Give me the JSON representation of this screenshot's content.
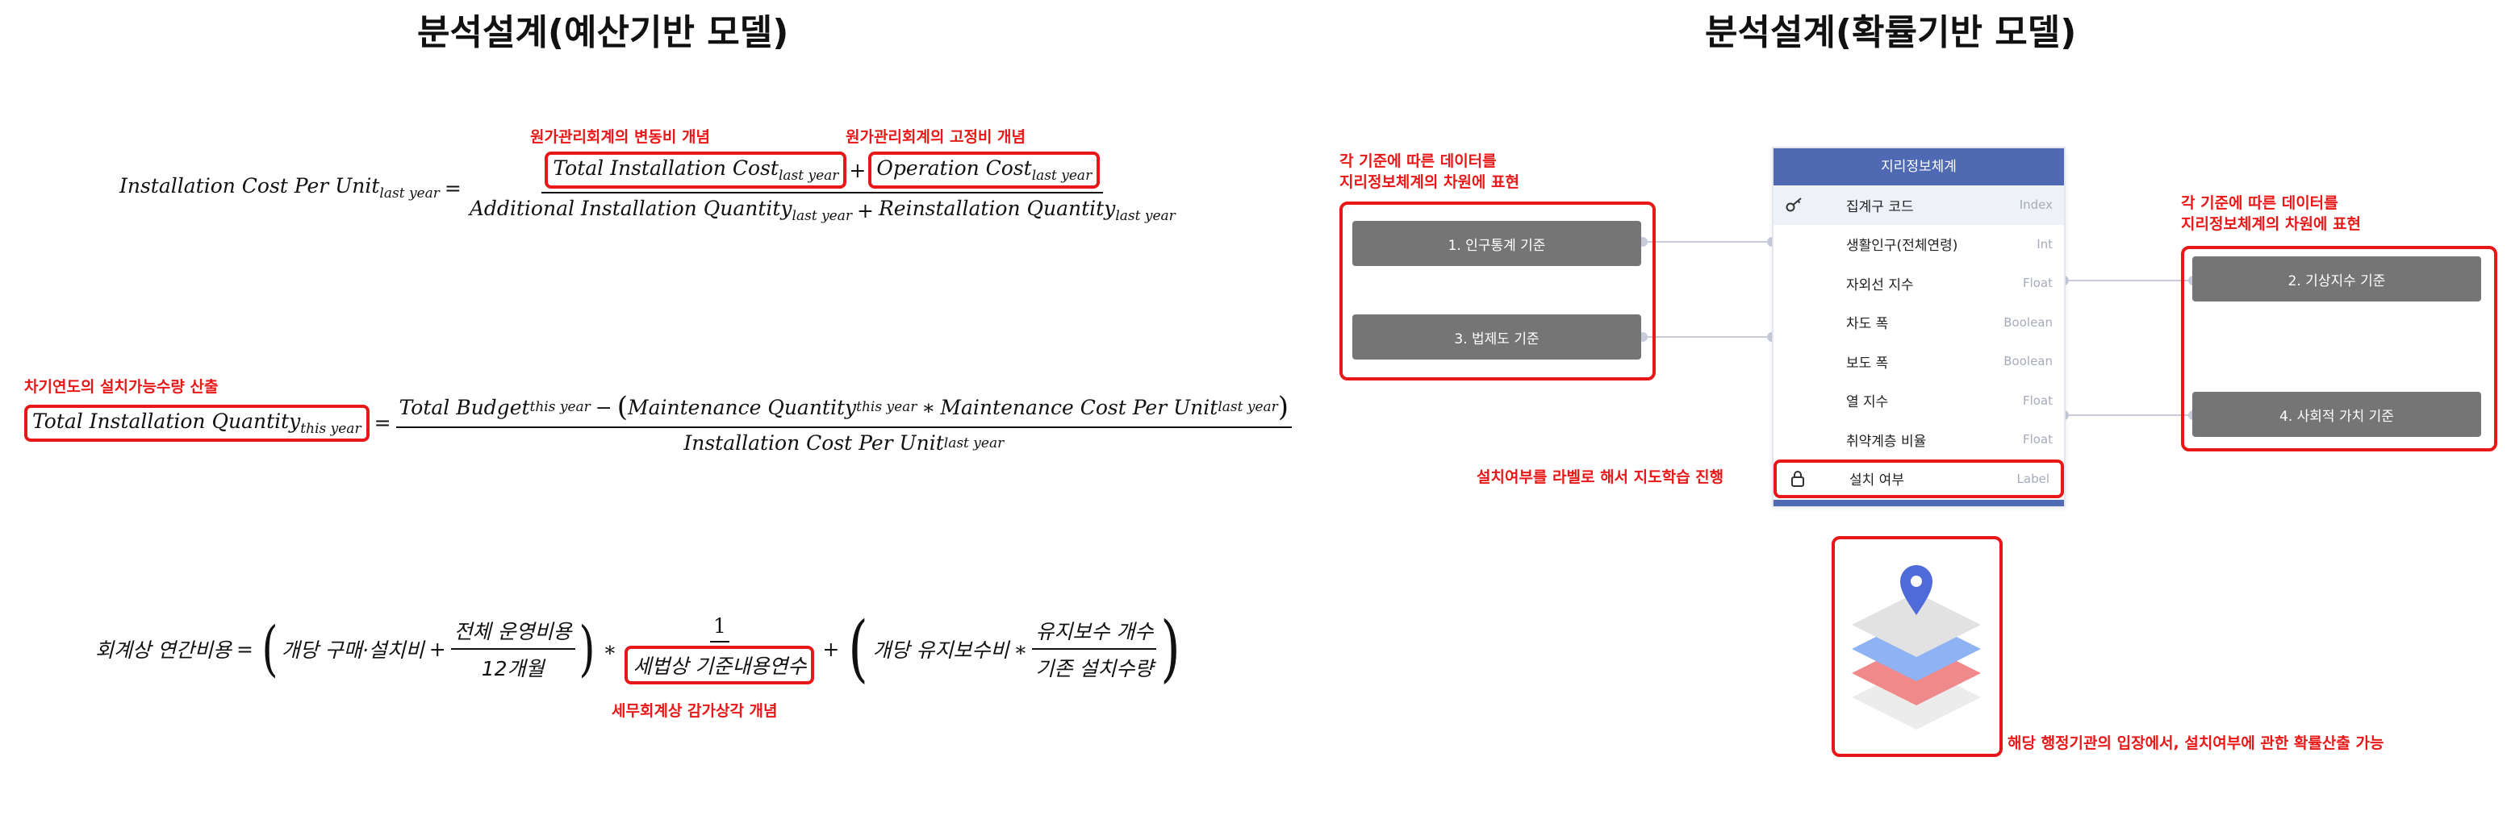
{
  "left": {
    "title": "분석설계(예산기반 모델)",
    "eq1": {
      "lhs": "Installation Cost Per Unit",
      "lhs_sub": "last year",
      "note_variable": "원가관리회계의 변동비 개념",
      "note_fixed": "원가관리회계의 고정비 개념",
      "num_a": "Total Installation Cost",
      "num_a_sub": "last year",
      "num_b": "Operation Cost",
      "num_b_sub": "last year",
      "den_a": "Additional Installation Quantity",
      "den_a_sub": "last year",
      "den_b": "Reinstallation Quantity",
      "den_b_sub": "last year"
    },
    "eq2": {
      "note": "차기연도의 설치가능수량 산출",
      "lhs": "Total Installation Quantity",
      "lhs_sub": "this year",
      "num_a": "Total Budget",
      "num_a_sub": "this year",
      "num_b": "Maintenance Quantity",
      "num_b_sub": "this year",
      "num_c": "Maintenance Cost Per Unit",
      "num_c_sub": "last year",
      "den": "Installation Cost Per Unit",
      "den_sub": "last year"
    },
    "eq3": {
      "lhs": "회계상 연간비용",
      "t1": "개당 구매·설치비",
      "frac1_num": "전체 운영비용",
      "frac1_den": "12개월",
      "frac2_num": "1",
      "frac2_den": "세법상 기준내용연수",
      "t2": "개당 유지보수비",
      "frac3_num": "유지보수 개수",
      "frac3_den": "기존 설치수량",
      "note": "세무회계상 감가상각 개념"
    }
  },
  "right": {
    "title": "분석설계(확률기반 모델)",
    "note_left": "각 기준에 따른 데이터를\n지리정보체계의 차원에 표현",
    "note_right": "각 기준에 따른 데이터를\n지리정보체계의 차원에 표현",
    "note_label": "설치여부를 라벨로 해서 지도학습 진행",
    "note_prob": "해당 행정기관의 입장에서, 설치여부에 관한 확률산출 가능",
    "criteria_left": [
      "1. 인구통계 기준",
      "3. 법제도 기준"
    ],
    "criteria_right": [
      "2. 기상지수 기준",
      "4. 사회적 가치 기준"
    ],
    "panel": {
      "header": "지리정보체계",
      "rows": [
        {
          "name": "집계구 코드",
          "type": "Index",
          "icon": "key-icon"
        },
        {
          "name": "생활인구(전체연령)",
          "type": "Int",
          "icon": ""
        },
        {
          "name": "자외선 지수",
          "type": "Float",
          "icon": ""
        },
        {
          "name": "차도 폭",
          "type": "Boolean",
          "icon": ""
        },
        {
          "name": "보도 폭",
          "type": "Boolean",
          "icon": ""
        },
        {
          "name": "열 지수",
          "type": "Float",
          "icon": ""
        },
        {
          "name": "취약계층 비율",
          "type": "Float",
          "icon": ""
        },
        {
          "name": "설치 여부",
          "type": "Label",
          "icon": "lock-icon"
        }
      ]
    },
    "colors": {
      "accent_red": "#e81818",
      "panel_header": "#4f6ab3",
      "button_gray": "#757575"
    }
  }
}
